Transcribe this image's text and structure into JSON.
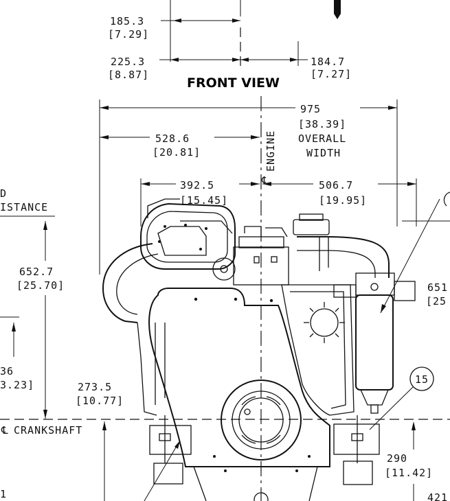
{
  "header": {
    "dim_top_mm": "185.3",
    "dim_top_in": "[7.29]",
    "dim_225_mm": "225.3",
    "dim_225_in": "[8.87]",
    "dim_184_mm": "184.7",
    "dim_184_in": "[7.27]",
    "view_title": "FRONT VIEW"
  },
  "overall": {
    "mm": "975",
    "in": "[38.39]",
    "label1": "OVERALL",
    "label2": "WIDTH",
    "engine_cl": "ENGINE",
    "cl_symbol": "℄"
  },
  "dims": {
    "d528_mm": "528.6",
    "d528_in": "[20.81]",
    "d392_mm": "392.5",
    "d392_in": "[15.45]",
    "d506_mm": "506.7",
    "d506_in": "[19.95]",
    "d652_mm": "652.7",
    "d652_in": "[25.70]",
    "d273_mm": "273.5",
    "d273_in": "[10.77]",
    "d290_mm": "290",
    "d290_in": "[11.42]",
    "left_clip_1": "D",
    "left_clip_2": "ISTANCE",
    "left_clip_3": "36",
    "left_clip_4": "3.23]",
    "left_clip_5": "1",
    "right_clip_1": "651",
    "right_clip_2": "[25",
    "right_clip_3": "421",
    "crankshaft": "CRANKSHAFT",
    "balloon_15": "15"
  }
}
